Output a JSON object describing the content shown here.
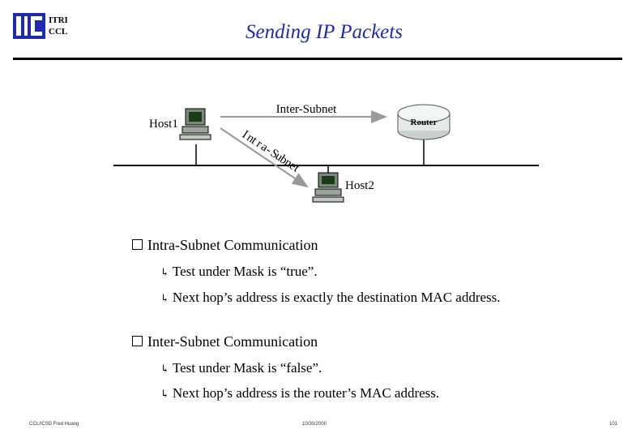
{
  "header": {
    "org_line1": "ITRI",
    "org_line2": "CCL",
    "title": "Sending IP Packets"
  },
  "diagram": {
    "host1_label": "Host1",
    "host2_label": "Host2",
    "router_label": "Router",
    "inter_subnet_label": "Inter-Subnet",
    "intra_subnet_chars": [
      "I",
      "n",
      "t",
      "r",
      "a",
      "-",
      "S",
      "u",
      "b",
      "n",
      "e",
      "t"
    ]
  },
  "bullets": [
    {
      "heading": "Intra-Subnet Communication",
      "items": [
        {
          "lead": "Test under Mask",
          "rest": " is “true”."
        },
        {
          "lead": "Next hop’s address is exactly the destination MAC address.",
          "rest": ""
        }
      ]
    },
    {
      "heading": "Inter-Subnet Communication",
      "items": [
        {
          "lead": "Test under Mask",
          "rest": " is “false”."
        },
        {
          "lead": "Next hop’s address is the router’s MAC address.",
          "rest": ""
        }
      ]
    }
  ],
  "footer": {
    "left": "CCL/ICSD Fred Huang",
    "center": "10/30/2000",
    "right": "101"
  },
  "colors": {
    "title": "#1e2bb0",
    "logo": "#1e2bb0",
    "arrow": "#999999"
  }
}
